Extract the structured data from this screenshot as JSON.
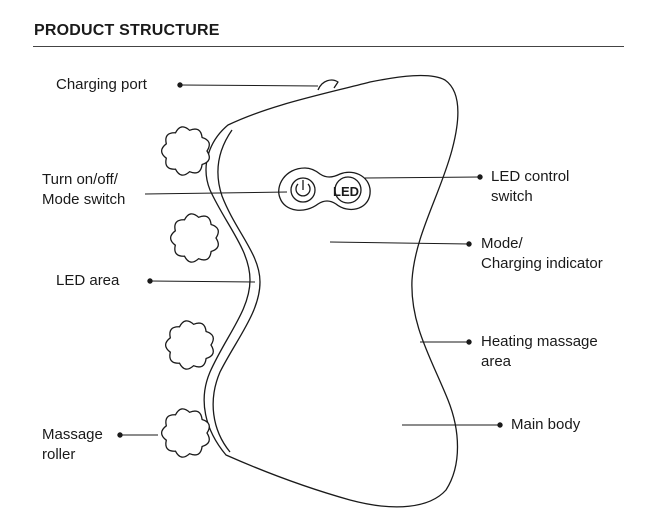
{
  "title": "PRODUCT STRUCTURE",
  "labels": {
    "charging_port": "Charging port",
    "power": {
      "line1": "Turn on/off/",
      "line2": "Mode switch"
    },
    "led_area": "LED area",
    "massage_roller": {
      "line1": "Massage",
      "line2": "roller"
    },
    "led_control": {
      "line1": "LED control",
      "line2": "switch"
    },
    "mode_indicator": {
      "line1": "Mode/",
      "line2": "Charging indicator"
    },
    "heating_area": {
      "line1": "Heating massage",
      "line2": "area"
    },
    "main_body": "Main body",
    "button_led_text": "LED"
  }
}
